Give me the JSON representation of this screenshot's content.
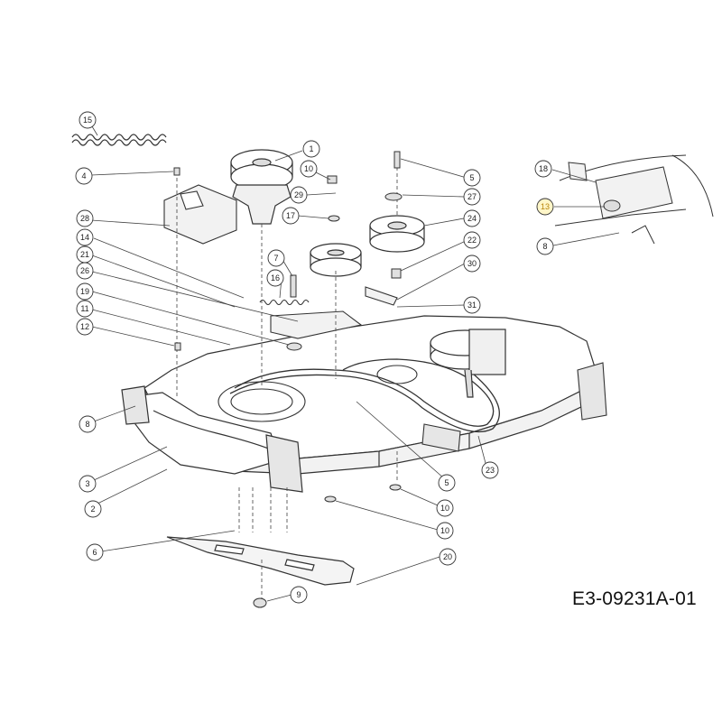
{
  "diagram_code": "E3-09231A-01",
  "callouts": [
    {
      "id": "c15",
      "label": "15"
    },
    {
      "id": "c1",
      "label": "1"
    },
    {
      "id": "c4",
      "label": "4"
    },
    {
      "id": "c10a",
      "label": "10"
    },
    {
      "id": "c5a",
      "label": "5"
    },
    {
      "id": "c29",
      "label": "29"
    },
    {
      "id": "c27",
      "label": "27"
    },
    {
      "id": "c28",
      "label": "28"
    },
    {
      "id": "c17",
      "label": "17"
    },
    {
      "id": "c24",
      "label": "24"
    },
    {
      "id": "c14",
      "label": "14"
    },
    {
      "id": "c22",
      "label": "22"
    },
    {
      "id": "c7",
      "label": "7"
    },
    {
      "id": "c21",
      "label": "21"
    },
    {
      "id": "c30",
      "label": "30"
    },
    {
      "id": "c26",
      "label": "26"
    },
    {
      "id": "c16",
      "label": "16"
    },
    {
      "id": "c19",
      "label": "19"
    },
    {
      "id": "c31",
      "label": "31"
    },
    {
      "id": "c11",
      "label": "11"
    },
    {
      "id": "c12",
      "label": "12"
    },
    {
      "id": "c8a",
      "label": "8"
    },
    {
      "id": "c3",
      "label": "3"
    },
    {
      "id": "c5b",
      "label": "5"
    },
    {
      "id": "c23",
      "label": "23"
    },
    {
      "id": "c2",
      "label": "2"
    },
    {
      "id": "c10b",
      "label": "10"
    },
    {
      "id": "c10c",
      "label": "10"
    },
    {
      "id": "c6",
      "label": "6"
    },
    {
      "id": "c20",
      "label": "20"
    },
    {
      "id": "c9",
      "label": "9"
    },
    {
      "id": "c18",
      "label": "18"
    },
    {
      "id": "c13",
      "label": "13"
    },
    {
      "id": "c8b",
      "label": "8"
    }
  ],
  "colors": {
    "line": "#333333",
    "highlight": "#e8c200"
  }
}
